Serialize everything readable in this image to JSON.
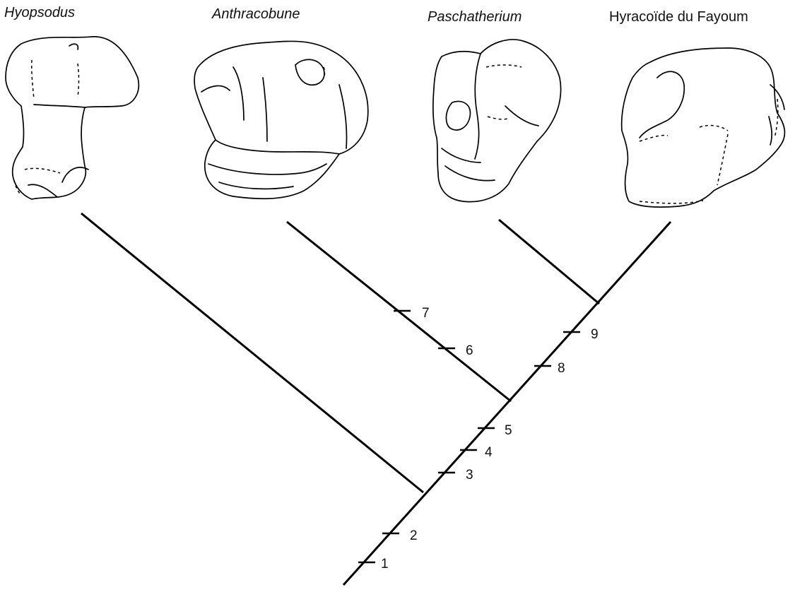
{
  "taxa": [
    {
      "name": "Hyopsodus",
      "italic": true,
      "icon": "astragalus-drawing"
    },
    {
      "name": "Anthracobune",
      "italic": true,
      "icon": "astragalus-drawing"
    },
    {
      "name": "Paschatherium",
      "italic": true,
      "icon": "astragalus-drawing"
    },
    {
      "name": "Hyracoïde du Fayoum",
      "italic": false,
      "icon": "astragalus-drawing"
    }
  ],
  "character_marks": [
    "1",
    "2",
    "3",
    "4",
    "5",
    "6",
    "7",
    "8",
    "9"
  ]
}
